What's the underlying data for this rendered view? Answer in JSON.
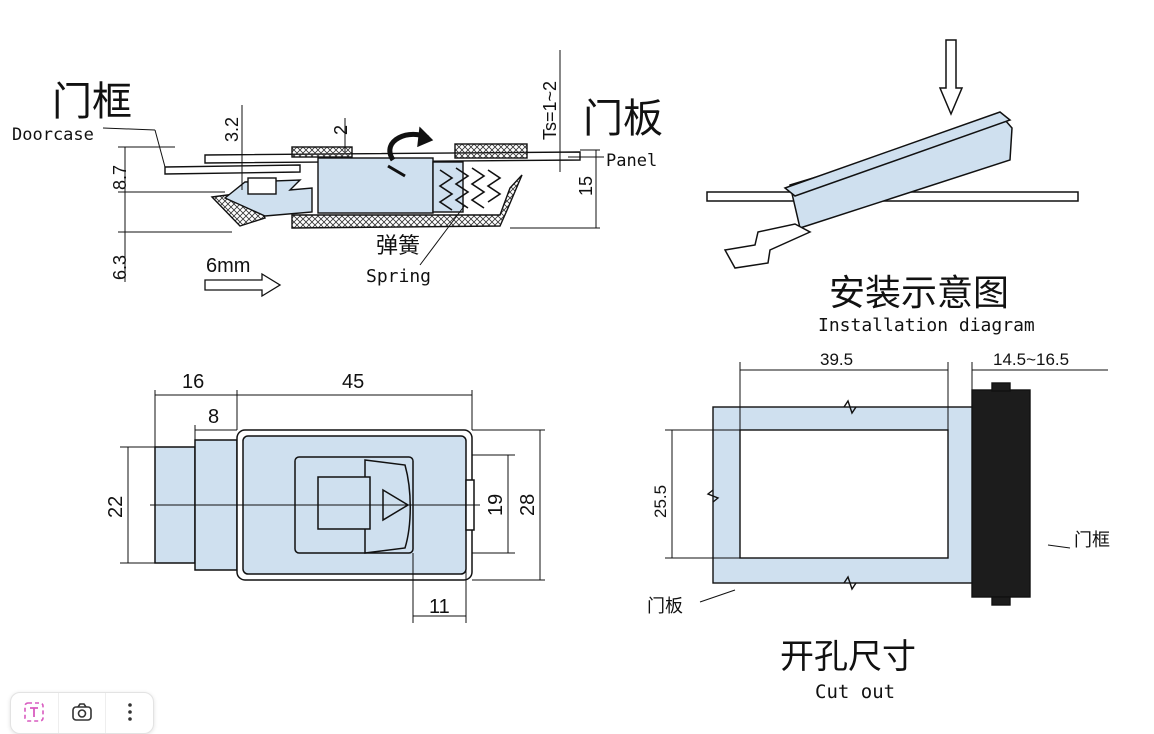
{
  "colors": {
    "part": "#cfe0ef",
    "line": "#111111",
    "gasket": "#2a2a2a",
    "toolbar_text_icon": "#d95cc0"
  },
  "section_view": {
    "label_doorframe_cn": "门框",
    "label_doorframe_en": "Doorcase",
    "label_panel_cn": "门板",
    "label_panel_en": "Panel",
    "label_spring_cn": "弹簧",
    "label_spring_en": "Spring",
    "dim_3_2": "3.2",
    "dim_2": "2",
    "dim_ts": "Ts=1~2",
    "dim_8_7": "8.7",
    "dim_6_3": "6.3",
    "dim_15": "15",
    "dim_6mm": "6mm"
  },
  "install_view": {
    "title_cn": "安装示意图",
    "title_en": "Installation diagram"
  },
  "front_view": {
    "dim_16": "16",
    "dim_45": "45",
    "dim_8": "8",
    "dim_22": "22",
    "dim_19": "19",
    "dim_28": "28",
    "dim_11": "11"
  },
  "cutout_view": {
    "dim_39_5": "39.5",
    "dim_14_5": "14.5~16.5",
    "dim_25_5": "25.5",
    "label_doorframe_cn": "门框",
    "label_panel_cn": "门板",
    "title_cn": "开孔尺寸",
    "title_en": "Cut out"
  },
  "toolbar": {
    "text_icon": "text-select-icon",
    "camera_icon": "camera-icon",
    "more_icon": "more-icon"
  }
}
